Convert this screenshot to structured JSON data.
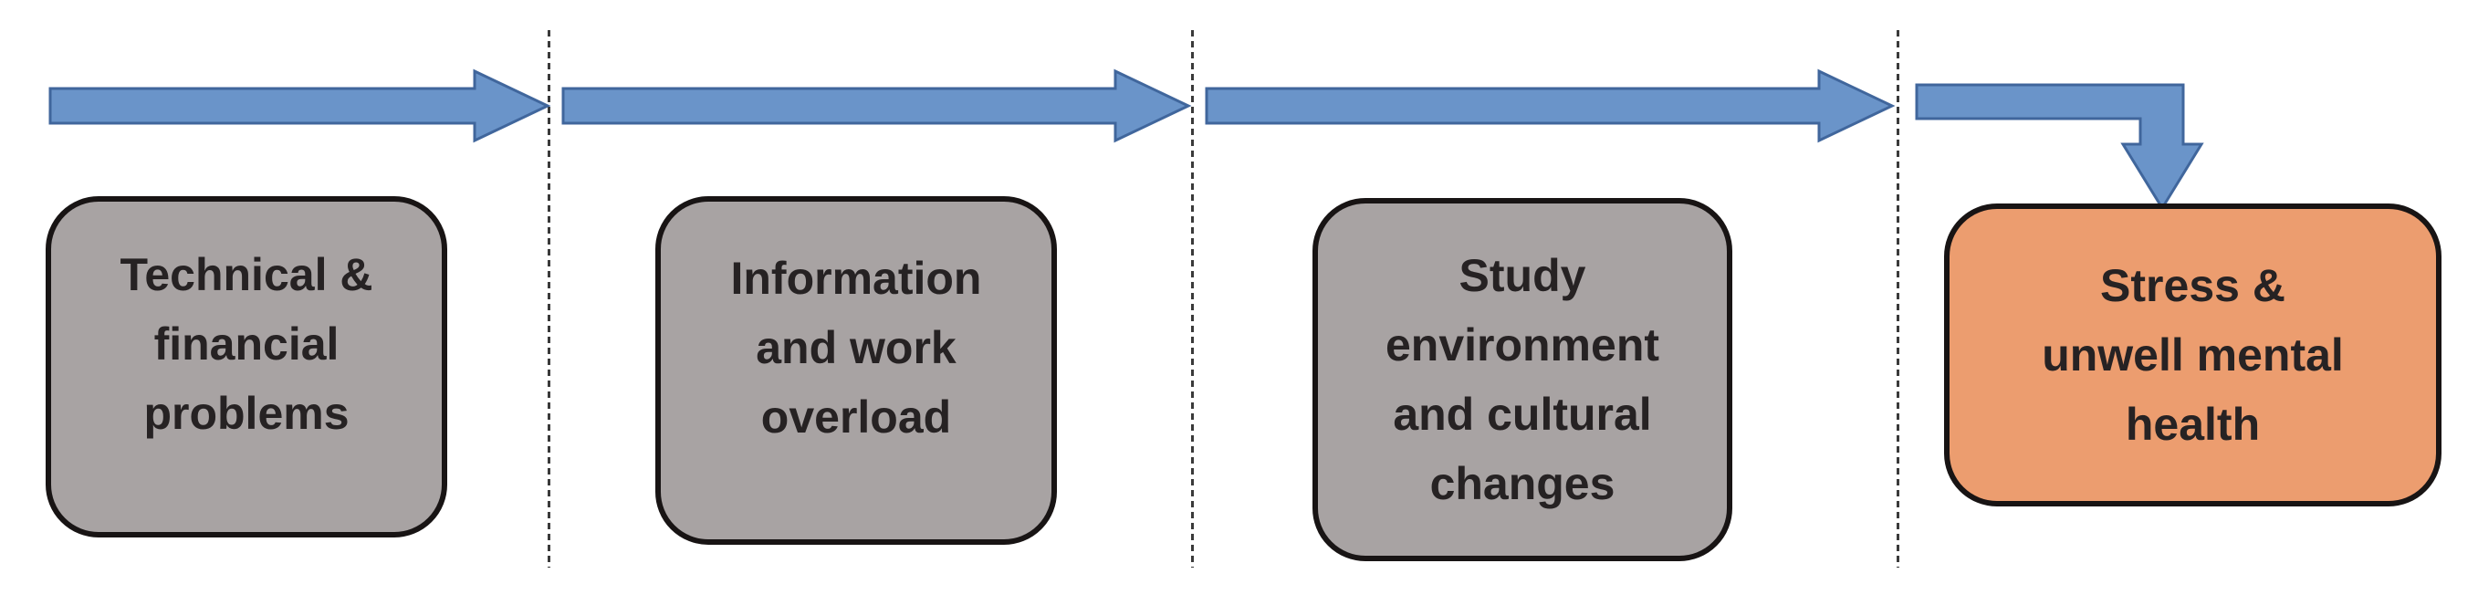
{
  "diagram": {
    "type": "flow-diagram",
    "boxes": [
      {
        "id": "technical-financial-problems",
        "variant": "gray",
        "label": "Technical & financial problems",
        "lines": [
          "Technical &",
          "financial",
          "problems"
        ]
      },
      {
        "id": "information-work-overload",
        "variant": "gray",
        "label": "Information and work overload",
        "lines": [
          "Information",
          "and work",
          "overload"
        ]
      },
      {
        "id": "study-environment-cultural-changes",
        "variant": "gray",
        "label": "Study environment and cultural changes",
        "lines": [
          "Study",
          "environment",
          "and cultural",
          "changes"
        ]
      },
      {
        "id": "stress-unwell-mental-health",
        "variant": "orange",
        "label": "Stress & unwell mental health",
        "lines": [
          "Stress &",
          "unwell mental",
          "health"
        ]
      }
    ],
    "arrows": [
      {
        "name": "arrow-right-1",
        "direction": "right"
      },
      {
        "name": "arrow-right-2",
        "direction": "right"
      },
      {
        "name": "arrow-right-3",
        "direction": "right"
      },
      {
        "name": "arrow-bent-down-4",
        "direction": "right-then-down"
      }
    ],
    "dividers": {
      "count": 3,
      "style": "vertical-dashed"
    },
    "colors": {
      "background": "#ffffff",
      "arrow_fill": "#6a94c9",
      "arrow_stroke": "#40669c",
      "box_gray_fill": "#a8a3a3",
      "box_orange_fill": "#ec9d6f",
      "box_border": "#181414",
      "box_text": "#262223",
      "divider": "#3a3a3a"
    }
  }
}
